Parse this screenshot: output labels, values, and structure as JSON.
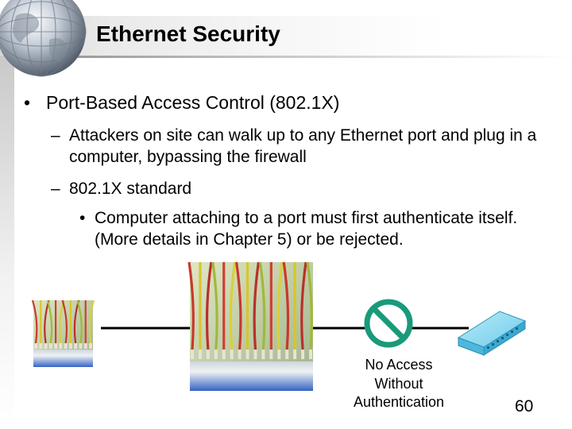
{
  "slide": {
    "title": "Ethernet Security",
    "bullets": [
      {
        "mark": "•",
        "text": "Port-Based Access Control (802.1X)",
        "children": [
          {
            "mark": "–",
            "text": "Attackers on site can walk up to any Ethernet port and plug in a computer, bypassing the firewall"
          },
          {
            "mark": "–",
            "text": "802.1X standard",
            "children": [
              {
                "mark": "•",
                "text": "Computer attaching to a port must first authenticate itself. (More details in Chapter 5) or be rejected."
              }
            ]
          }
        ]
      }
    ],
    "diagram": {
      "no_access_lines": [
        "No Access",
        "Without",
        "Authentication"
      ],
      "icons": [
        "globe-icon",
        "ethernet-cables-icon",
        "no-symbol-icon",
        "network-switch-icon"
      ],
      "colors": {
        "no_symbol": "#199a7a",
        "switch": "#5bc6e6",
        "link_line": "#000000"
      }
    },
    "page_number": "60"
  }
}
